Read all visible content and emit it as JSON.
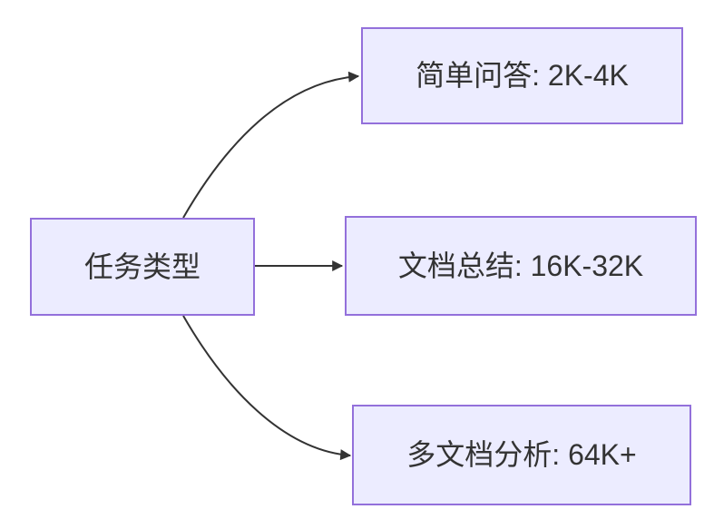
{
  "diagram": {
    "type": "flowchart",
    "direction": "LR",
    "nodes": {
      "root": {
        "label": "任务类型"
      },
      "branches": [
        {
          "label": "简单问答: 2K-4K"
        },
        {
          "label": "文档总结: 16K-32K"
        },
        {
          "label": "多文档分析: 64K+"
        }
      ]
    },
    "edges": [
      {
        "from": "任务类型",
        "to": "简单问答: 2K-4K"
      },
      {
        "from": "任务类型",
        "to": "文档总结: 16K-32K"
      },
      {
        "from": "任务类型",
        "to": "多文档分析: 64K+"
      }
    ],
    "colors": {
      "node_fill": "#ECECFF",
      "node_border": "#9370DB",
      "edge_stroke": "#333333",
      "text": "#333333",
      "background": "#FFFFFF"
    }
  }
}
